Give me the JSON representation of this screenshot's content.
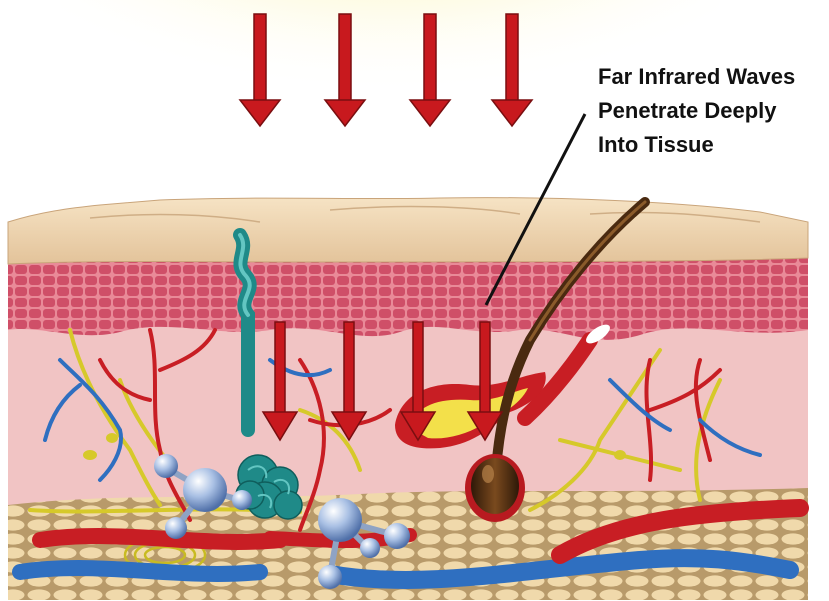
{
  "callout": {
    "lines": [
      "Far Infrared Waves",
      "Penetrate Deeply",
      "Into Tissue"
    ]
  },
  "colors": {
    "arrow": "#c8191e",
    "sun": "#f7e23a",
    "epidermis": "#ecd3ae",
    "dermis_cells": "#d9637a",
    "dermis": "#f1c4c4",
    "artery": "#c81e24",
    "vein": "#2f6fc0",
    "nerve": "#d6c92a",
    "sweat_gland": "#1f8a88",
    "hair": "#4a2a10",
    "fat": "#efd7a8",
    "molecule": "#9fb8de"
  },
  "icons": [
    "sun-glow",
    "infrared-arrow",
    "hair-follicle",
    "sweat-gland",
    "water-molecule",
    "blood-vessel",
    "nerve-fiber"
  ]
}
